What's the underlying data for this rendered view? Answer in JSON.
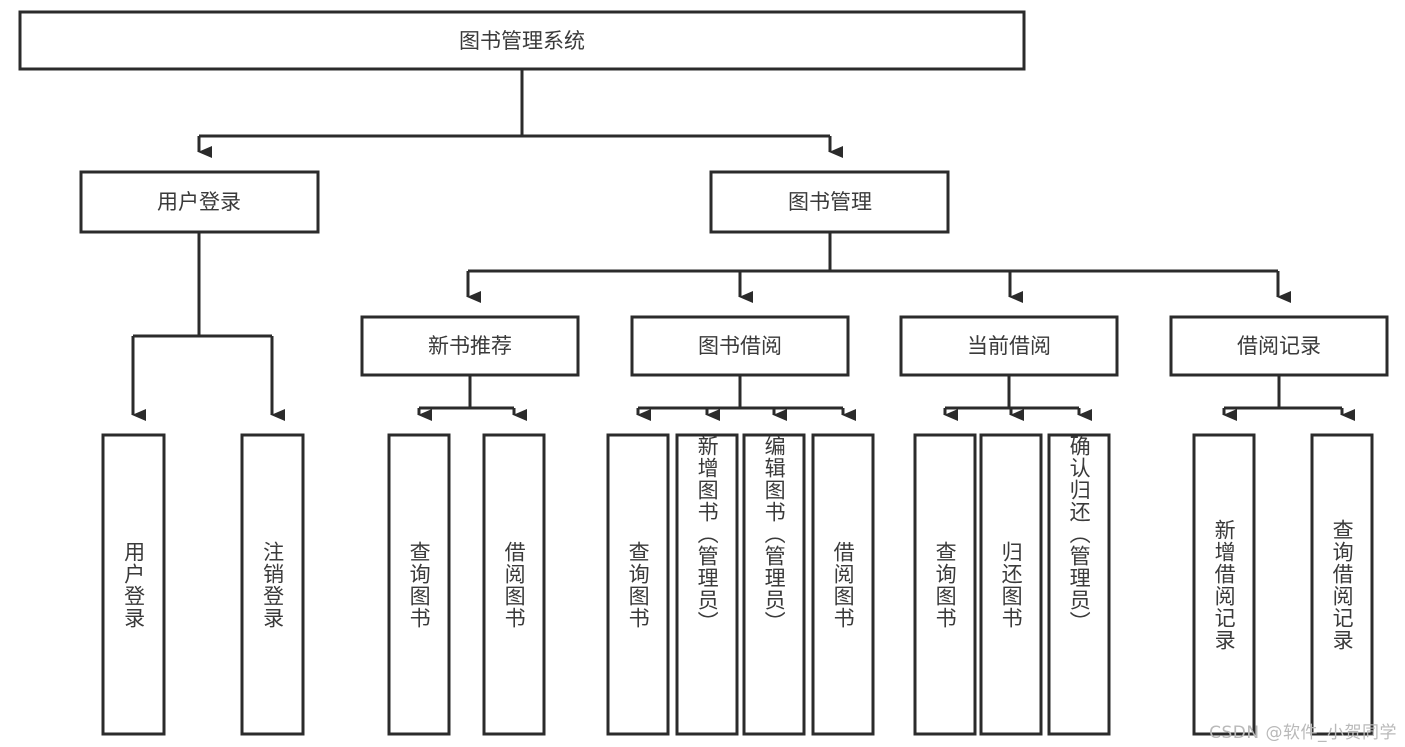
{
  "diagram": {
    "title": "图书管理系统",
    "type": "tree-structure-chart",
    "root": {
      "label": "图书管理系统"
    },
    "level1": [
      {
        "label": "用户登录"
      },
      {
        "label": "图书管理"
      }
    ],
    "level2": [
      {
        "label": "新书推荐"
      },
      {
        "label": "图书借阅"
      },
      {
        "label": "当前借阅"
      },
      {
        "label": "借阅记录"
      }
    ],
    "leaves": {
      "user_login": [
        {
          "label": "用户登录"
        },
        {
          "label": "注销登录"
        }
      ],
      "new_book_recommend": [
        {
          "label": "查询图书"
        },
        {
          "label": "借阅图书"
        }
      ],
      "book_borrow": [
        {
          "label": "查询图书"
        },
        {
          "label": "新增图书（管理员）"
        },
        {
          "label": "编辑图书（管理员）"
        },
        {
          "label": "借阅图书"
        }
      ],
      "current_borrow": [
        {
          "label": "查询图书"
        },
        {
          "label": "归还图书"
        },
        {
          "label": "确认归还（管理员）"
        }
      ],
      "borrow_record": [
        {
          "label": "新增借阅记录"
        },
        {
          "label": "查询借阅记录"
        }
      ]
    }
  },
  "watermark": {
    "text": "CSDN @软件_小贺同学"
  },
  "colors": {
    "stroke": "#2b2b2b",
    "fill": "#ffffff",
    "text": "#3a3a3a",
    "watermark": "#b9b9b9"
  }
}
